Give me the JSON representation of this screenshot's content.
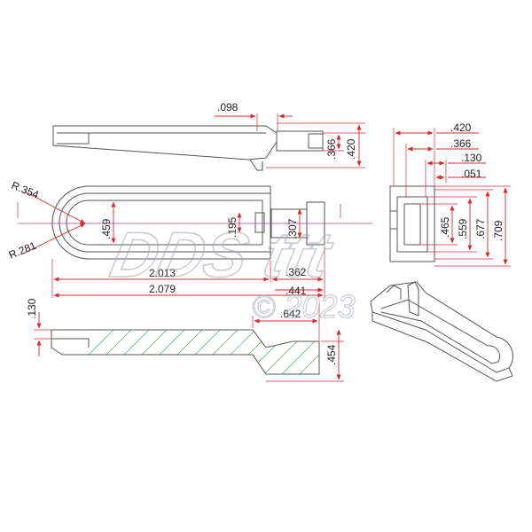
{
  "dimensions": {
    "d098": ".098",
    "d366_side": ".366",
    "d420_side": ".420",
    "r354": "R.354",
    "r281": "R.281",
    "d459": ".459",
    "d195": ".195",
    "d307": ".307",
    "d2013": "2.013",
    "d362": ".362",
    "d2079": "2.079",
    "d441": ".441",
    "d130_sec": ".130",
    "d642": ".642",
    "d454": ".454",
    "d420_end": ".420",
    "d366_end": ".366",
    "d130_end": ".130",
    "d051": ".051",
    "d465": ".465",
    "d559": ".559",
    "d677": ".677",
    "d709": ".709"
  },
  "watermark": {
    "brand": "DDS ttt",
    "copyright": "© 2023"
  },
  "colors": {
    "dimension": "#e0262f",
    "outline": "#555555",
    "centerline": "#b6359c",
    "hatch": "#3aa14a",
    "watermark": "#9aa3b5"
  }
}
